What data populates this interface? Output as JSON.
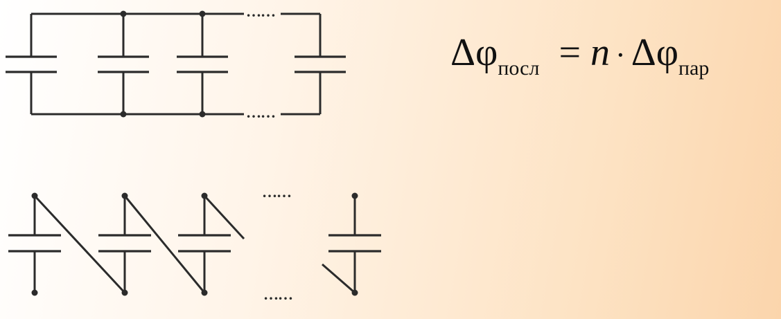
{
  "formula": {
    "lhs_delta": "Δφ",
    "lhs_sub": "посл",
    "equals": "=",
    "n": "n",
    "times": "·",
    "rhs_delta": "Δφ",
    "rhs_sub": "пар"
  },
  "diagram": {
    "parallel_ellipsis_top": "……",
    "parallel_ellipsis_bottom": "……",
    "series_ellipsis_top": "……",
    "series_ellipsis_bottom": "……",
    "line_color": "#2b2b2b"
  }
}
